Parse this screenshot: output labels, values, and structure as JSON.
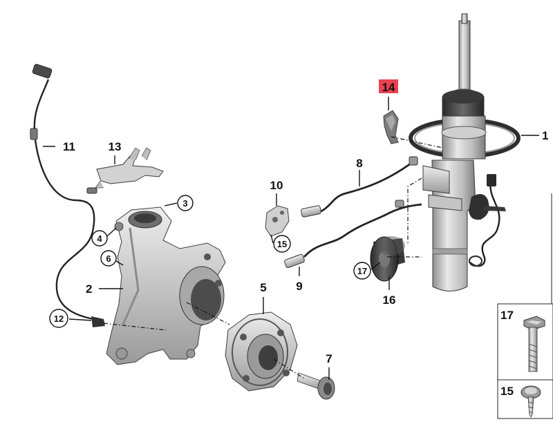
{
  "diagram": {
    "parts": [
      {
        "id": "strut",
        "number": "1",
        "circled": false,
        "highlighted": false
      },
      {
        "id": "knuckle",
        "number": "2",
        "circled": false,
        "highlighted": false
      },
      {
        "id": "knuckle-bolt-top",
        "number": "3",
        "circled": true,
        "highlighted": false
      },
      {
        "id": "knuckle-bolt-side",
        "number": "4",
        "circled": true,
        "highlighted": false
      },
      {
        "id": "wheel-hub",
        "number": "5",
        "circled": false,
        "highlighted": false
      },
      {
        "id": "knuckle-stud",
        "number": "6",
        "circled": true,
        "highlighted": false
      },
      {
        "id": "hub-bolt",
        "number": "7",
        "circled": false,
        "highlighted": false
      },
      {
        "id": "brake-wear-sensor",
        "number": "8",
        "circled": false,
        "highlighted": false
      },
      {
        "id": "speed-sensor-cable",
        "number": "9",
        "circled": false,
        "highlighted": false
      },
      {
        "id": "bracket-small",
        "number": "10",
        "circled": false,
        "highlighted": false
      },
      {
        "id": "abs-sensor",
        "number": "11",
        "circled": false,
        "highlighted": false
      },
      {
        "id": "sensor-screw",
        "number": "12",
        "circled": true,
        "highlighted": false
      },
      {
        "id": "cable-bracket",
        "number": "13",
        "circled": false,
        "highlighted": false
      },
      {
        "id": "strut-bracket",
        "number": "14",
        "circled": false,
        "highlighted": true
      },
      {
        "id": "bracket-screw",
        "number": "15",
        "circled": true,
        "highlighted": false
      },
      {
        "id": "damper-weight",
        "number": "16",
        "circled": false,
        "highlighted": false
      },
      {
        "id": "weight-bolt",
        "number": "17",
        "circled": true,
        "highlighted": false
      }
    ],
    "legend": [
      {
        "number": "17"
      },
      {
        "number": "15"
      }
    ],
    "colors": {
      "highlight": "#e8424f",
      "part_light": "#e6e6e6",
      "part_mid": "#b4b4b4",
      "part_dark": "#4a4a4a",
      "line": "#111111"
    }
  }
}
